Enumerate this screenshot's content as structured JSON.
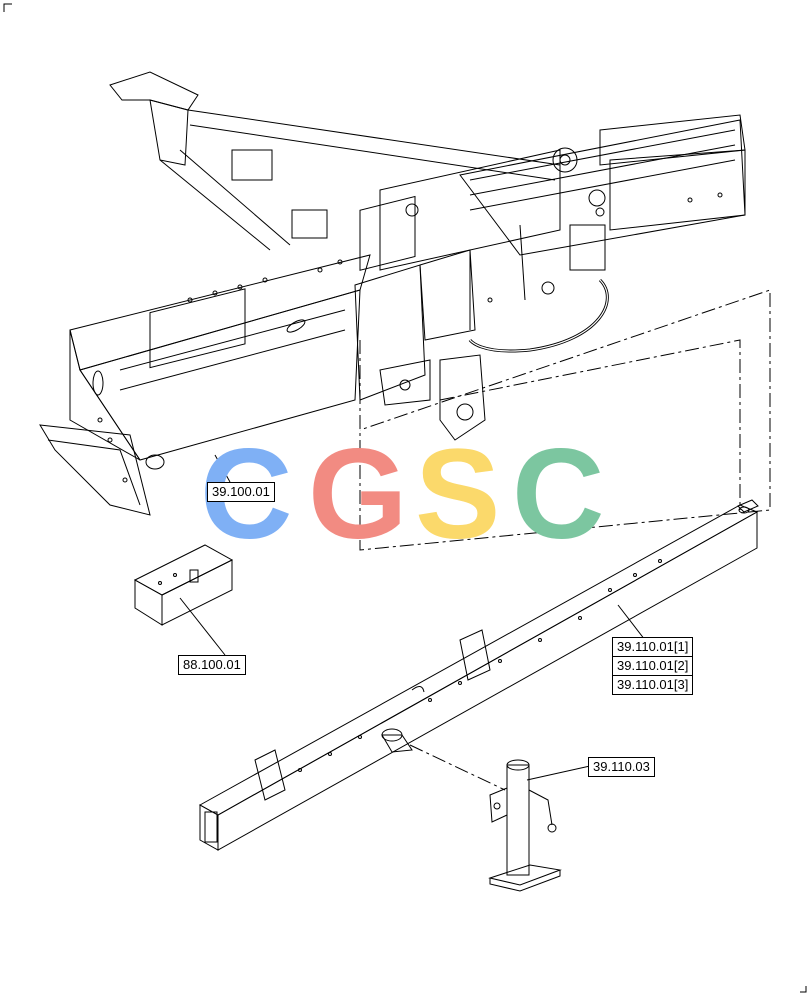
{
  "callouts": {
    "frame": "39.100.01",
    "box": "88.100.01",
    "bar_1": "39.110.01[1]",
    "bar_2": "39.110.01[2]",
    "bar_3": "39.110.01[3]",
    "jack": "39.110.03"
  },
  "watermark": {
    "letters": [
      "C",
      "G",
      "S",
      "C"
    ],
    "colors": [
      "#7fb0f5",
      "#f28b82",
      "#fbd96b",
      "#7cc6a0"
    ]
  }
}
